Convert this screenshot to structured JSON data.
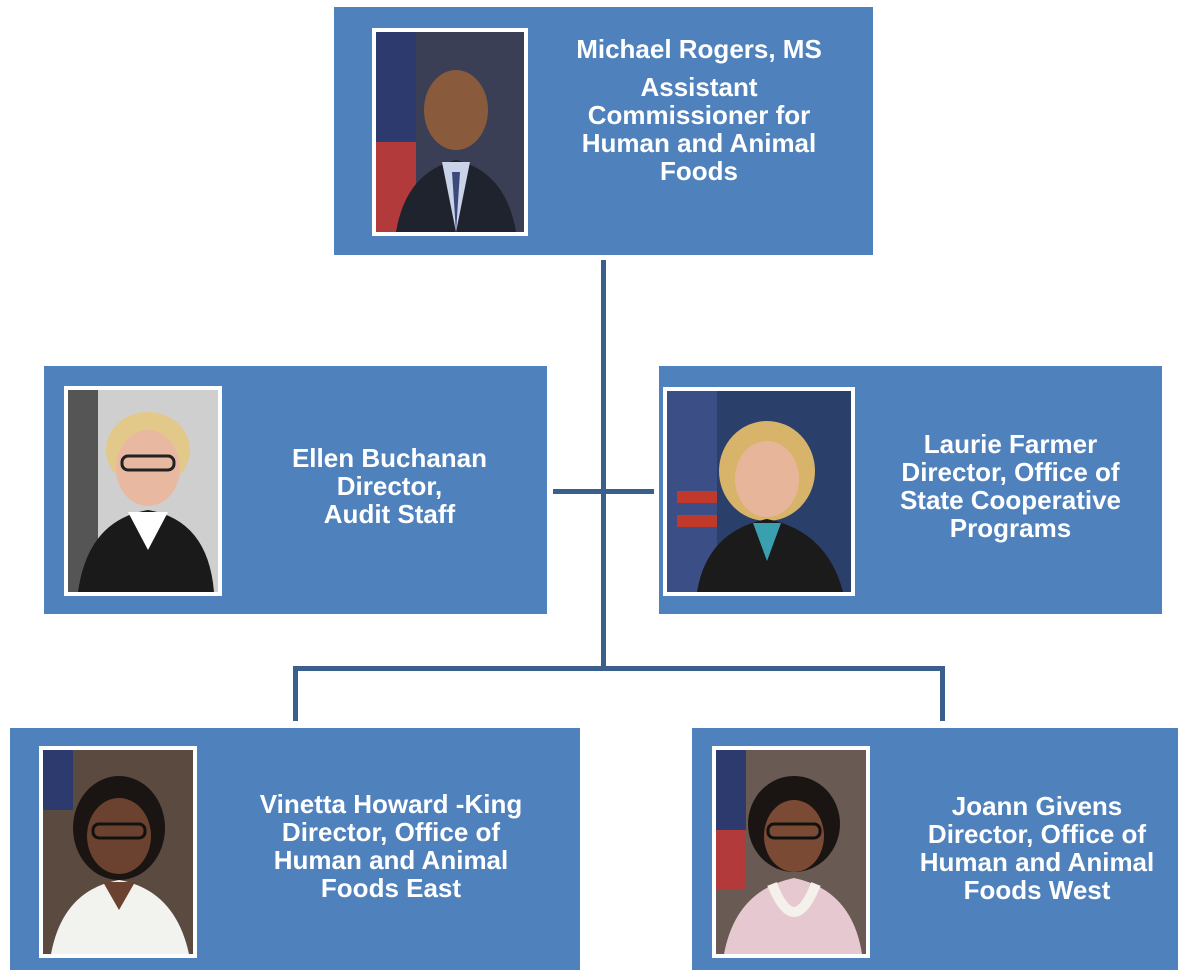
{
  "chart": {
    "top": {
      "name": "Michael Rogers, MS",
      "title_lines": [
        "Assistant",
        "Commissioner for",
        "Human and Animal",
        "Foods"
      ]
    },
    "middle_left": {
      "name": "Ellen Buchanan",
      "title_lines": [
        "Director,",
        "Audit Staff"
      ]
    },
    "middle_right": {
      "name": "Laurie Farmer",
      "title_lines": [
        "Director,  Office of",
        "State Cooperative",
        "Programs"
      ]
    },
    "bottom_left": {
      "name": "Vinetta Howard -King",
      "title_lines": [
        "Director, Office of",
        "Human and Animal",
        "Foods East"
      ]
    },
    "bottom_right": {
      "name": "Joann Givens",
      "title_lines": [
        "Director, Office of",
        "Human and Animal",
        "Foods West"
      ]
    }
  },
  "colors": {
    "box": "#4f81bd",
    "connector": "#3b5f8c",
    "text": "#ffffff"
  }
}
